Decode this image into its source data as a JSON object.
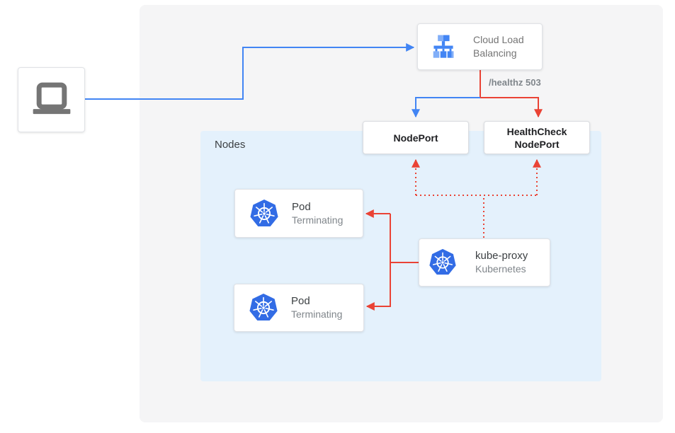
{
  "diagram": {
    "nodes_panel": {
      "label": "Nodes"
    },
    "client": {
      "icon": "laptop-icon"
    },
    "cloud_load_balancing": {
      "label": "Cloud Load Balancing",
      "icon": "load-balancer-icon"
    },
    "healthz_badge": "/healthz 503",
    "nodeport": {
      "label": "NodePort"
    },
    "healthcheck_nodeport": {
      "label": "HealthCheck NodePort"
    },
    "pods": [
      {
        "title": "Pod",
        "status": "Terminating",
        "icon": "kubernetes-icon"
      },
      {
        "title": "Pod",
        "status": "Terminating",
        "icon": "kubernetes-icon"
      }
    ],
    "kube_proxy": {
      "title": "kube-proxy",
      "subtitle": "Kubernetes",
      "icon": "kubernetes-icon"
    },
    "colors": {
      "traffic_blue": "#4285f4",
      "health_red": "#ea4335",
      "kubernetes_blue": "#326ce5",
      "load_balancer_light_blue": "#81aef8",
      "nodes_panel_bg": "#e4f1fc",
      "canvas_bg": "#f5f5f6",
      "primary_text": "#202124",
      "secondary_text": "#80868b"
    }
  }
}
